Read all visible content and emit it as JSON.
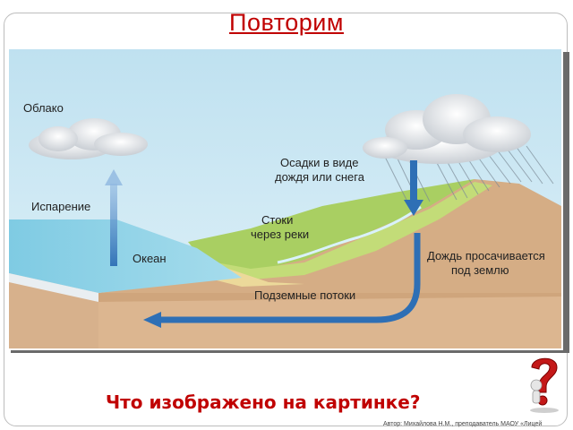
{
  "slide": {
    "title": "Повторим",
    "question": "Что изображено на картинке?",
    "author": "Автор: Михайлова Н.М., преподаватель МАОУ «Лицей"
  },
  "diagram": {
    "labels": {
      "cloud": "Облако",
      "evaporation": "Испарение",
      "ocean": "Океан",
      "precipitation_line1": "Осадки в виде",
      "precipitation_line2": "дождя или снега",
      "runoff_line1": "Стоки",
      "runoff_line2": "через реки",
      "infiltration_line1": "Дождь просачивается",
      "infiltration_line2": "под землю",
      "groundwater": "Подземные потоки"
    }
  },
  "colors": {
    "title": "#c00000",
    "question": "#c00000",
    "arrow": "#2e6fb5",
    "sky": "#c9e6f2",
    "ocean": "#8fd0e6",
    "soil": "#d9b48f",
    "grass": "#a9cf62"
  },
  "icons": [
    "question-mark-icon",
    "cloud-icon",
    "arrow-icon"
  ]
}
